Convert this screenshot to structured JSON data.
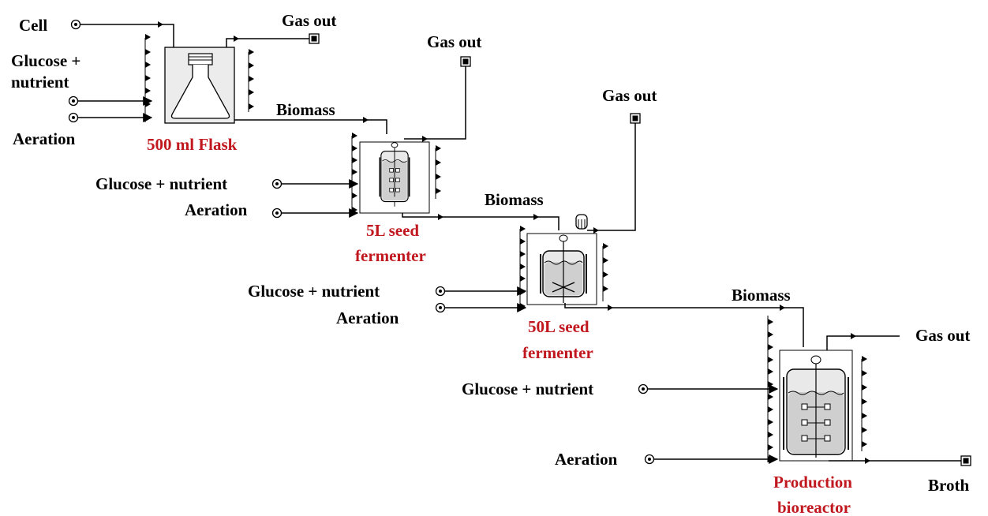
{
  "labels": {
    "cell": "Cell",
    "glucose_plus": "Glucose +",
    "nutrient": "nutrient",
    "aeration": "Aeration",
    "gas_out": "Gas out",
    "biomass": "Biomass",
    "glucose_nutrient": "Glucose + nutrient",
    "broth": "Broth"
  },
  "units": {
    "flask": "500 ml Flask",
    "seed5_line1": "5L seed",
    "seed5_line2": "fermenter",
    "seed50_line1": "50L seed",
    "seed50_line2": "fermenter",
    "prod_line1": "Production",
    "prod_line2": "bioreactor"
  },
  "colors": {
    "line": "#000000",
    "unit_label": "#c0181e",
    "vessel_fill": "#e9e9e9",
    "liquid_fill": "#c8c8c8"
  }
}
